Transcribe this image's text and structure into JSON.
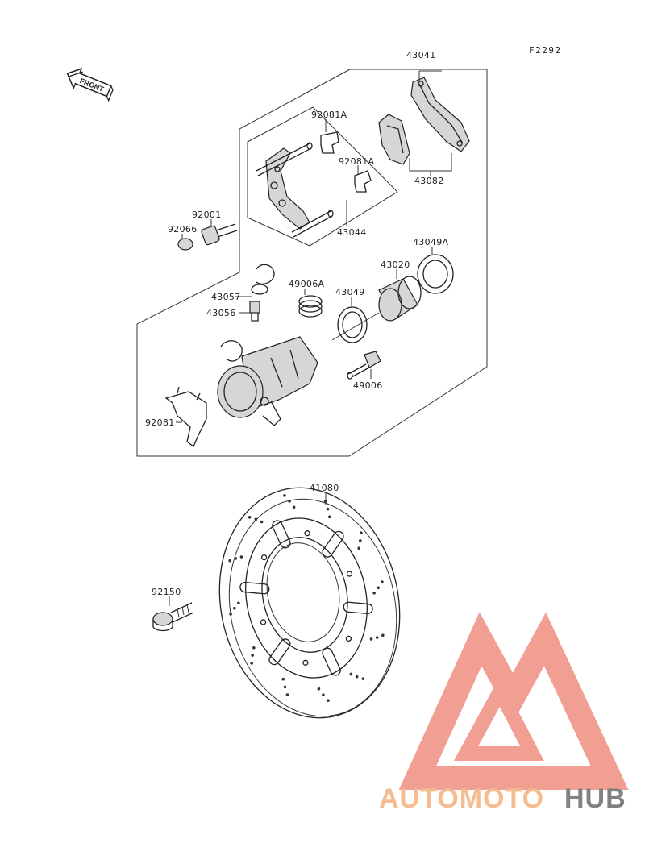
{
  "figure_code": "F2292",
  "front_arrow": {
    "text": "FRONT",
    "icon": "front-arrow-icon"
  },
  "parts": [
    {
      "id": "43041",
      "label": "43041"
    },
    {
      "id": "92081A_top",
      "label": "92081A"
    },
    {
      "id": "92081A_mid",
      "label": "92081A"
    },
    {
      "id": "43082",
      "label": "43082"
    },
    {
      "id": "92001",
      "label": "92001"
    },
    {
      "id": "92066",
      "label": "92066"
    },
    {
      "id": "43044",
      "label": "43044"
    },
    {
      "id": "43049A",
      "label": "43049A"
    },
    {
      "id": "43020",
      "label": "43020"
    },
    {
      "id": "49006A",
      "label": "49006A"
    },
    {
      "id": "43057",
      "label": "43057"
    },
    {
      "id": "43049",
      "label": "43049"
    },
    {
      "id": "43056",
      "label": "43056"
    },
    {
      "id": "49006",
      "label": "49006"
    },
    {
      "id": "92081",
      "label": "92081"
    },
    {
      "id": "41080",
      "label": "41080"
    },
    {
      "id": "92150",
      "label": "92150"
    }
  ],
  "watermark": {
    "text_a": "AUTOMOTO",
    "text_b": "HUB",
    "colors": {
      "accent": "#f29a8e",
      "orange": "#f6b98a",
      "gray": "#7b7b7b"
    }
  }
}
